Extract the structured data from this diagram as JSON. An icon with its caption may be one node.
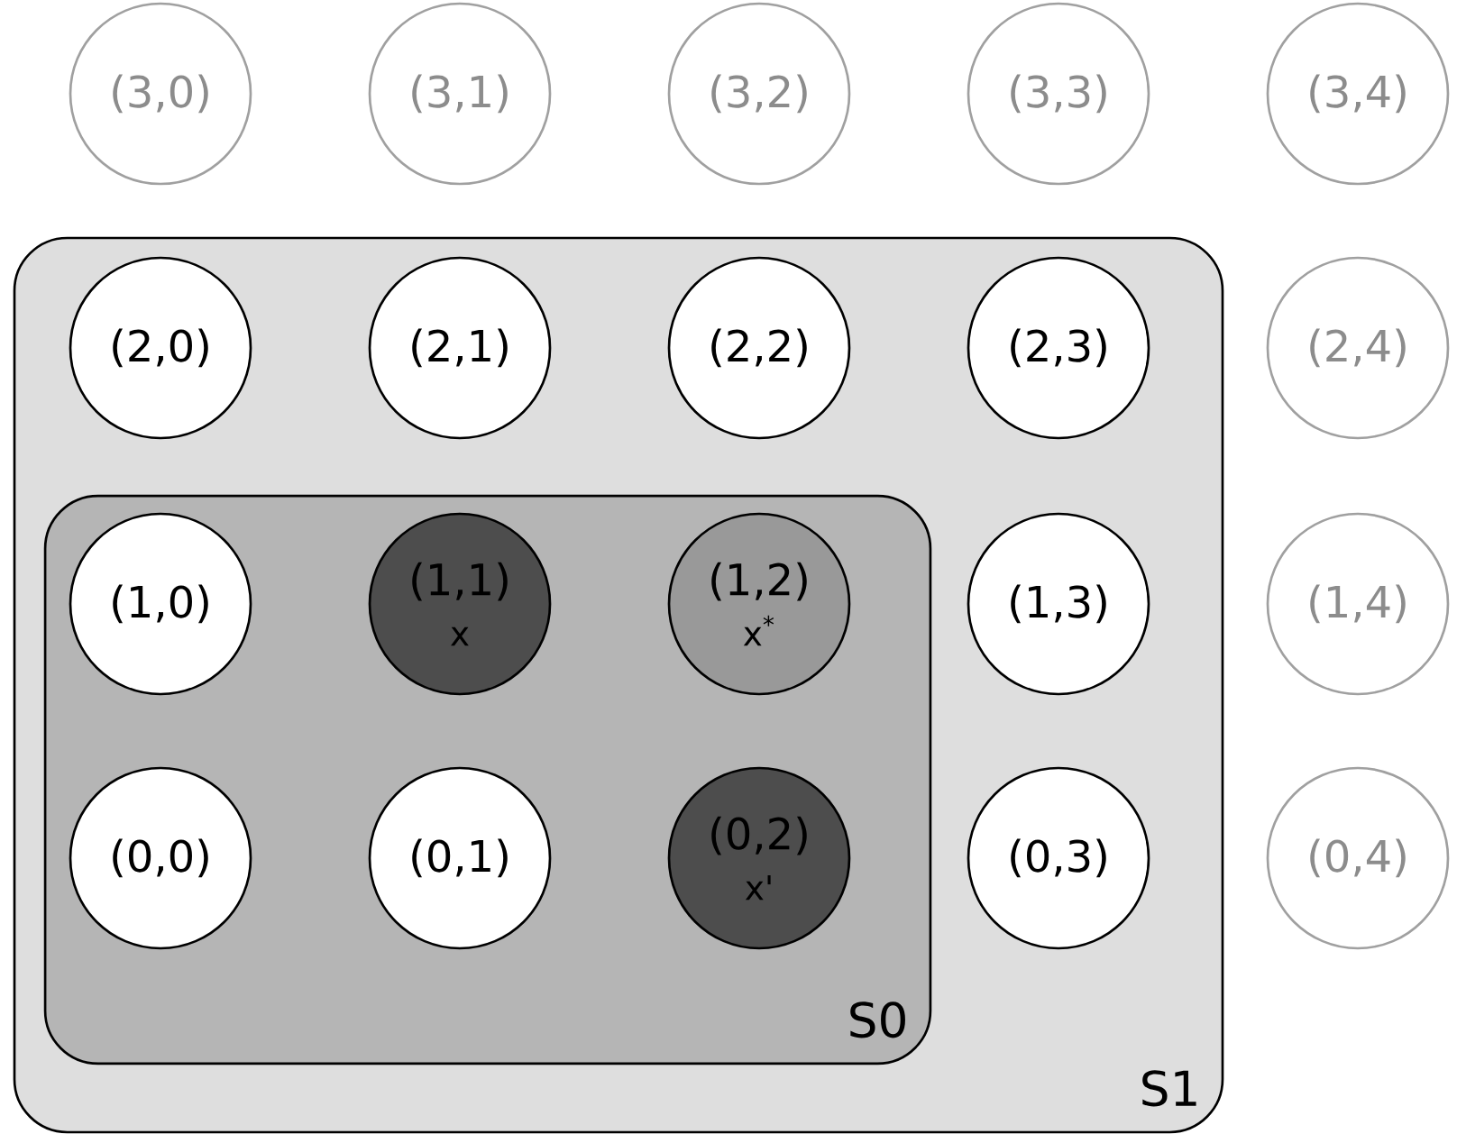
{
  "diagram": {
    "nodes": [
      {
        "text": [
          "(3,0)"
        ]
      },
      {
        "text": [
          "(3,1)"
        ]
      },
      {
        "text": [
          "(3,2)"
        ]
      },
      {
        "text": [
          "(3,3)"
        ]
      },
      {
        "text": [
          "(3,4)"
        ]
      },
      {
        "text": [
          "S1"
        ]
      },
      {
        "text": [
          "(2,0)"
        ],
        "in": 5
      },
      {
        "text": [
          "(2,1)"
        ],
        "in": 5
      },
      {
        "text": [
          "(2,2)"
        ],
        "in": 5
      },
      {
        "text": [
          "(2,3)"
        ],
        "in": 5
      },
      {
        "text": [
          "(2,4)"
        ]
      },
      {
        "text": [
          "S0"
        ],
        "in": 5
      },
      {
        "text": [
          "(1,0)"
        ],
        "in": 11
      },
      {
        "text": [
          "(1,1)",
          "x"
        ],
        "in": 11
      },
      {
        "text": [
          "(1,2)",
          "x$^{*}$"
        ],
        "in": 11
      },
      {
        "text": [
          "(1,3)"
        ],
        "in": 5
      },
      {
        "text": [
          "(1,4)"
        ]
      },
      {
        "text": [
          "(0,0)"
        ],
        "in": 11
      },
      {
        "text": [
          "(0,1)"
        ],
        "in": 11
      },
      {
        "text": [
          "(0,2)",
          "x'"
        ],
        "in": 11
      },
      {
        "text": [
          "(0,3)"
        ],
        "in": 5
      },
      {
        "text": [
          "(0,4)"
        ]
      }
    ],
    "edges": []
  }
}
